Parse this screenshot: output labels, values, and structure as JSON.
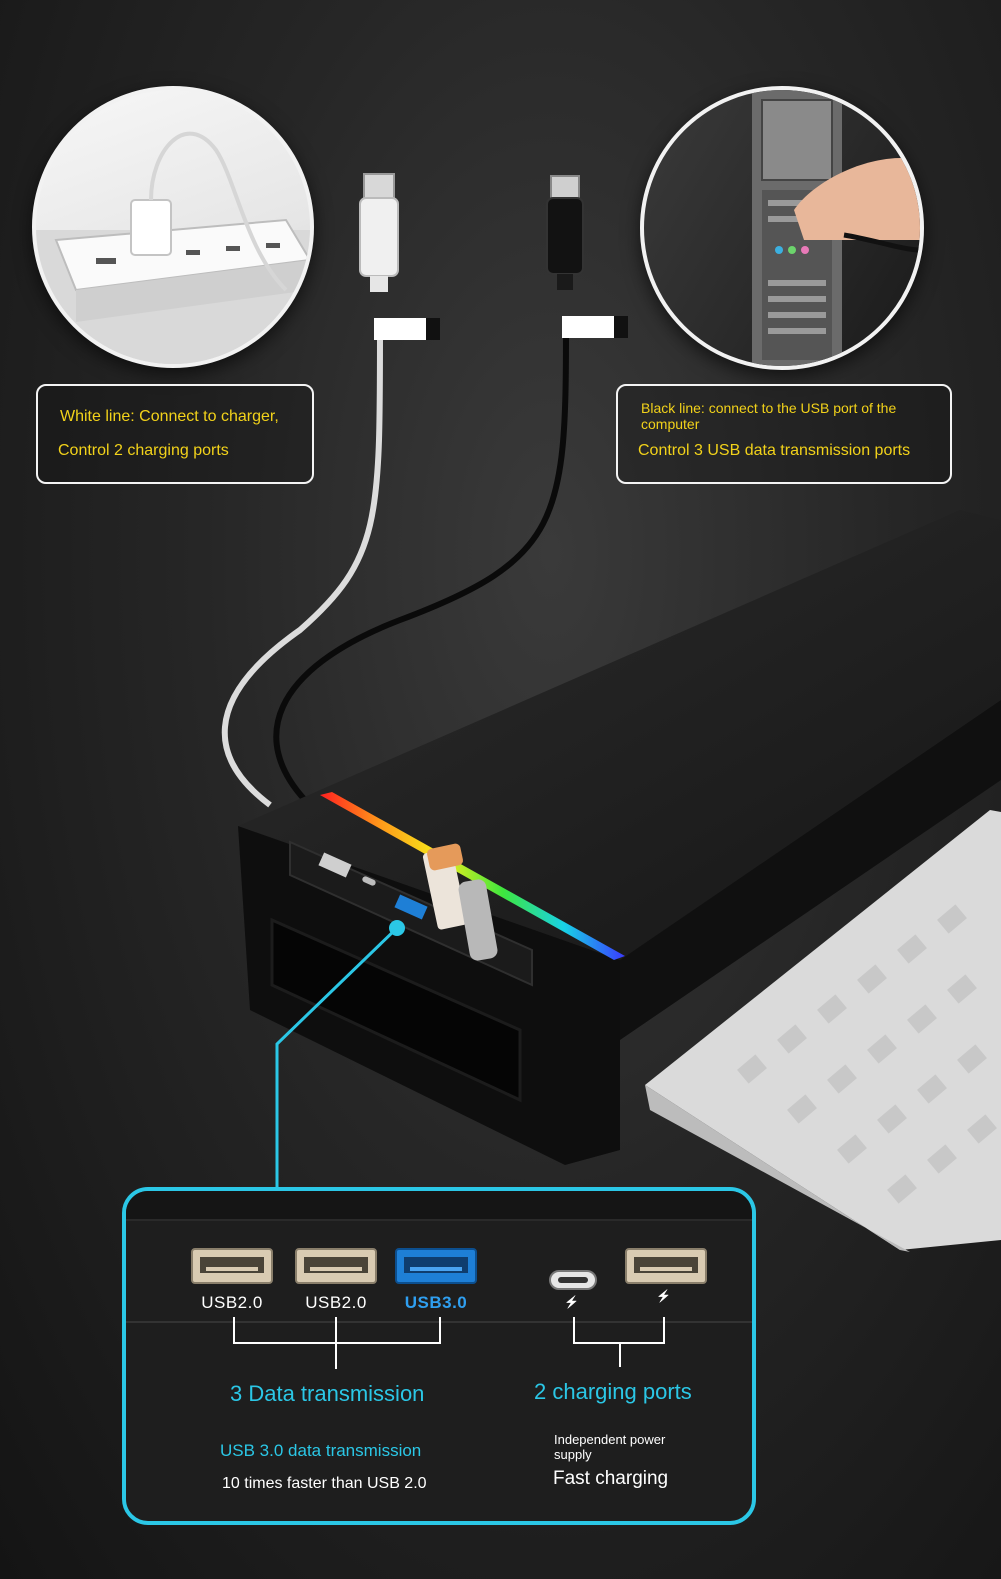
{
  "callouts": {
    "white_line": {
      "line1": "White line: Connect to charger,",
      "line2": "Control 2 charging ports"
    },
    "black_line": {
      "line1": "Black line: connect to the USB port of the computer",
      "line2": "Control 3 USB data transmission ports"
    }
  },
  "ports": {
    "usb2_a": "USB2.0",
    "usb2_b": "USB2.0",
    "usb3": "USB3.0",
    "data_heading": "3 Data transmission",
    "data_sub": "USB 3.0 data transmission",
    "data_note": "10 times faster than USB 2.0",
    "charge_heading": "2 charging ports",
    "charge_sub": "Independent power supply",
    "charge_note": "Fast charging"
  },
  "icons": {
    "lightning": "⚡"
  },
  "colors": {
    "accent_cyan": "#2bc7e6",
    "callout_text": "#f2d21a",
    "usb3_blue": "#1e7fd6"
  }
}
